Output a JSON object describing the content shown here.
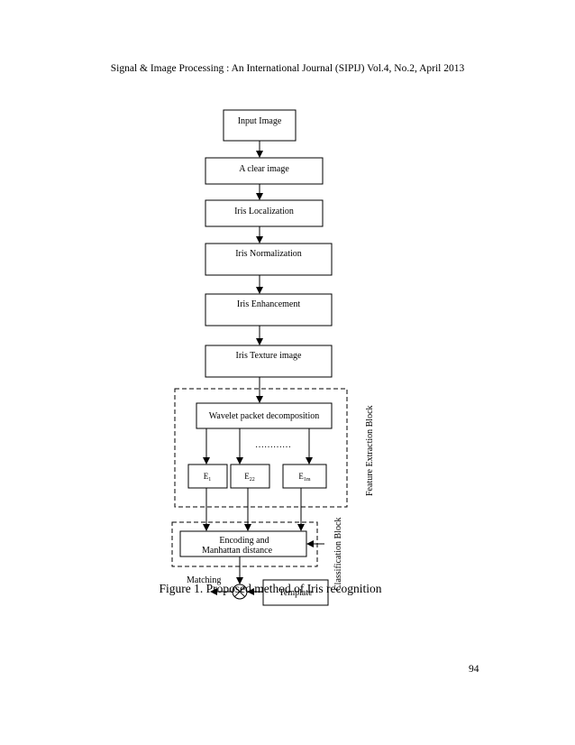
{
  "header": {
    "text": "Signal & Image Processing : An International Journal (SIPIJ) Vol.4, No.2, April 2013"
  },
  "figure": {
    "steps": {
      "input_image": "Input Image",
      "clear_image": "A clear image",
      "iris_localization": "Iris Localization",
      "iris_normalization": "Iris Normalization",
      "iris_enhancement": "Iris Enhancement",
      "iris_texture_image": "Iris Texture image",
      "wavelet_packet": "Wavelet packet decomposition",
      "dots": "…………",
      "encoding_line1": "Encoding and",
      "encoding_line2": "Manhattan distance",
      "template": "Template",
      "matching": "Matching"
    },
    "subbands": [
      {
        "base": "E",
        "sub": "1"
      },
      {
        "base": "E",
        "sub": "22"
      },
      {
        "base": "E",
        "sub": "1m"
      }
    ],
    "blocks": {
      "feature_extraction": "Feature Extraction Block",
      "classification": "Classification Block"
    },
    "caption": "Figure 1. Proposed method of Iris recognition"
  },
  "page_number": "94"
}
